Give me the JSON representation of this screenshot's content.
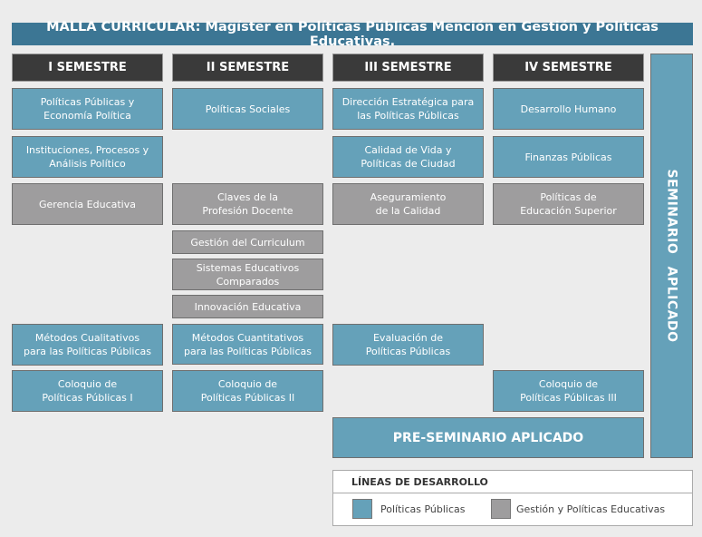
{
  "title": "MALLA CURRICULAR: Magíster en Políticas Públicas Mención en Gestión y Políticas Educativas.",
  "semesters": [
    "I SEMESTRE",
    "II SEMESTRE",
    "III SEMESTRE",
    "IV SEMESTRE"
  ],
  "courses": {
    "s1": [
      "Políticas Públicas y\nEconomía Política",
      "Instituciones, Procesos y\nAnálisis Político",
      "Gerencia Educativa",
      "Métodos Cualitativos\npara las Políticas Públicas",
      "Coloquio de\nPolíticas Públicas I"
    ],
    "s2": [
      "Políticas Sociales",
      "Claves de la\nProfesión Docente",
      "Gestión del Curriculum",
      "Sistemas Educativos\nComparados",
      "Innovación Educativa",
      "Métodos Cuantitativos\npara las Políticas Públicas",
      "Coloquio de\nPolíticas Públicas II"
    ],
    "s3": [
      "Dirección Estratégica para\nlas Políticas Públicas",
      "Calidad de Vida y\nPolíticas de Ciudad",
      "Aseguramiento\nde la Calidad",
      "Evaluación de\nPolíticas Públicas"
    ],
    "s4": [
      "Desarrollo Humano",
      "Finanzas Públicas",
      "Políticas de\nEducación Superior",
      "Coloquio de\nPolíticas Públicas III"
    ]
  },
  "seminario": "SEMINARIO APLICADO",
  "pre_seminario": "PRE-SEMINARIO APLICADO",
  "legend": {
    "title": "LÍNEAS DE DESARROLLO",
    "items": [
      "Políticas Públicas",
      "Gestión y Políticas Educativas"
    ]
  },
  "colors": {
    "politicas_publicas": "#65a1b9",
    "gestion_educativa": "#9e9d9e",
    "title_bar": "#3c7694",
    "header": "#3a3a3a"
  }
}
